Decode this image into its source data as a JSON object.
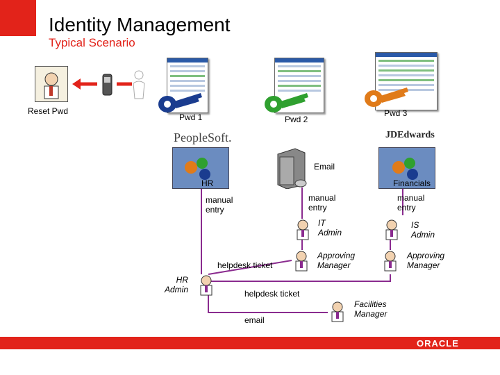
{
  "title": "Identity Management",
  "subtitle": "Typical Scenario",
  "labels": {
    "reset_pwd": "Reset Pwd",
    "pwd1": "Pwd 1",
    "pwd2": "Pwd 2",
    "pwd3": "Pwd 3",
    "email": "Email",
    "hr": "HR",
    "financials": "Financials",
    "manual_entry_1": "manual\nentry",
    "manual_entry_2": "manual\nentry",
    "manual_entry_3": "manual\nentry",
    "it_admin": "IT\nAdmin",
    "is_admin": "IS\nAdmin",
    "helpdesk_ticket_1": "helpdesk ticket",
    "approving_manager_1": "Approving\nManager",
    "approving_manager_2": "Approving\nManager",
    "hr_admin": "HR\nAdmin",
    "helpdesk_ticket_2": "helpdesk ticket",
    "email_flow": "email",
    "facilities_manager": "Facilities\nManager"
  },
  "logos": {
    "peoplesoft": "PeopleSoft.",
    "jdedwards": "JDEdwards",
    "oracle": "ORACLE"
  },
  "colors": {
    "red": "#e2231a",
    "key_blue": "#1a3c8f",
    "key_green": "#2fa02f",
    "key_orange": "#e07b1a",
    "line_purple": "#8a2b8f",
    "box_blue": "#6b8cc0"
  },
  "icons": [
    "key-icon",
    "gear-icon",
    "person-icon",
    "server-icon",
    "phone-icon",
    "computer-screen-icon"
  ]
}
